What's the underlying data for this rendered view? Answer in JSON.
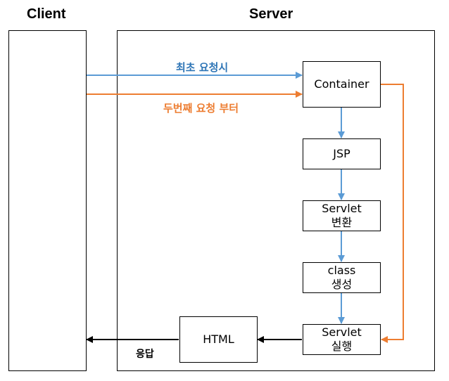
{
  "titles": {
    "client": "Client",
    "server": "Server"
  },
  "boxes": {
    "container": "Container",
    "jsp": "JSP",
    "servlet_convert": [
      "Servlet",
      "변환"
    ],
    "class_create": [
      "class",
      "생성"
    ],
    "servlet_run": [
      "Servlet",
      "실행"
    ],
    "html": "HTML"
  },
  "labels": {
    "first_request": "최초 요청시",
    "second_request": "두번째 요청 부터",
    "response": "응답"
  },
  "colors": {
    "blue": "#5b9bd5",
    "blue_text": "#2e75b6",
    "orange": "#ed7d31",
    "black": "#000000"
  }
}
